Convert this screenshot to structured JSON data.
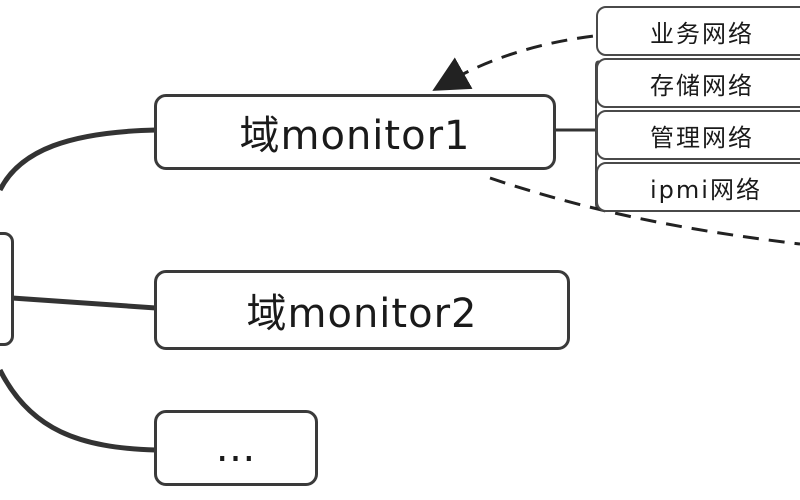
{
  "nodes": {
    "monitor1": "域monitor1",
    "monitor2": "域monitor2",
    "ellipsis": "…"
  },
  "networks": [
    "业务网络",
    "存储网络",
    "管理网络",
    "ipmi网络"
  ],
  "colors": {
    "line": "#3a3a3a",
    "box_border": "#3a3a3a",
    "background": "#ffffff"
  }
}
